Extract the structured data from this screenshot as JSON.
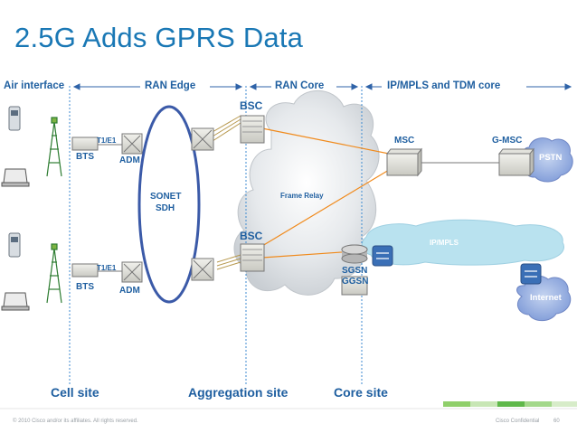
{
  "title": "2.5G Adds GPRS Data",
  "headers": {
    "air_interface": "Air interface",
    "ran_edge": "RAN Edge",
    "ran_core": "RAN Core",
    "ip_mpls_tdm": "IP/MPLS and TDM core"
  },
  "labels": {
    "bts_top": "BTS",
    "bts_bottom": "BTS",
    "t1e1_top": "T1/E1",
    "t1e1_bottom": "T1/E1",
    "adm_top": "ADM",
    "adm_bottom": "ADM",
    "sonet": "SONET",
    "sdh": "SDH",
    "bsc_top": "BSC",
    "bsc_bottom": "BSC",
    "frame_relay": "Frame Relay",
    "msc": "MSC",
    "gmsc": "G-MSC",
    "pstn": "PSTN",
    "ip_mpls": "IP/MPLS",
    "sgsn": "SGSN",
    "ggsn": "GGSN",
    "internet": "Internet"
  },
  "sites": {
    "cell": "Cell site",
    "aggregation": "Aggregation site",
    "core": "Core site"
  },
  "footer": {
    "copyright": "© 2010 Cisco and/or its affiliates. All rights reserved.",
    "confidential": "Cisco Confidential",
    "page": "60"
  }
}
